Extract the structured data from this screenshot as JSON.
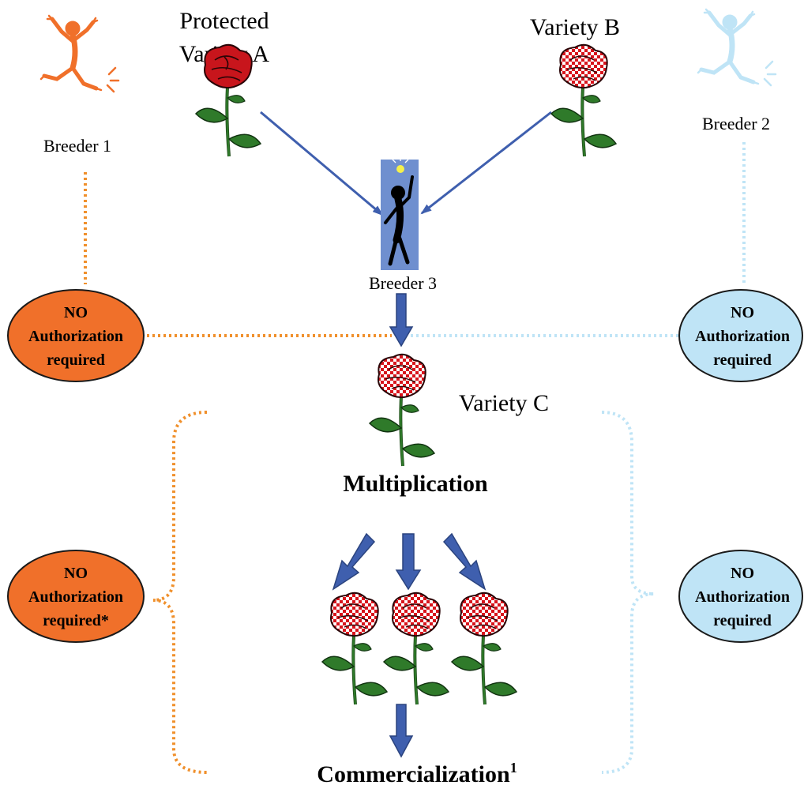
{
  "nodes": {
    "protected_variety_a": {
      "line1": "Protected",
      "line2": "Variety A"
    },
    "variety_b": {
      "label": "Variety B"
    },
    "variety_c": {
      "label": "Variety C"
    },
    "breeder_1": {
      "label": "Breeder 1",
      "color": "#f0702a"
    },
    "breeder_2": {
      "label": "Breeder 2",
      "color": "#bfe4f6"
    },
    "breeder_3": {
      "label": "Breeder 3",
      "box_color": "#6f8fcf"
    }
  },
  "steps": {
    "multiplication": "Multiplication",
    "commercialization": "Commercialization",
    "commercialization_sup": "1"
  },
  "authorization_badges": {
    "breeder1_top": {
      "line1": "NO",
      "line2": "Authorization",
      "line3": "required"
    },
    "breeder2_top": {
      "line1": "NO",
      "line2": "Authorization",
      "line3": "required"
    },
    "breeder1_bottom": {
      "line1": "NO",
      "line2": "Authorization",
      "line3": "required*"
    },
    "breeder2_bottom": {
      "line1": "NO",
      "line2": "Authorization",
      "line3": "required"
    }
  },
  "colors": {
    "breeder1_orange": "#f0702a",
    "breeder2_lightblue": "#bfe4f6",
    "arrow_blue": "#3f5fae",
    "rose_red": "#c8151c",
    "rose_checker": "#d8141c",
    "stem_green": "#2f7a2a"
  },
  "icons": {
    "breeder_figure": "dancing-figure-icon",
    "idea_figure": "thinking-person-lightbulb-icon",
    "flower": "rose-icon"
  }
}
